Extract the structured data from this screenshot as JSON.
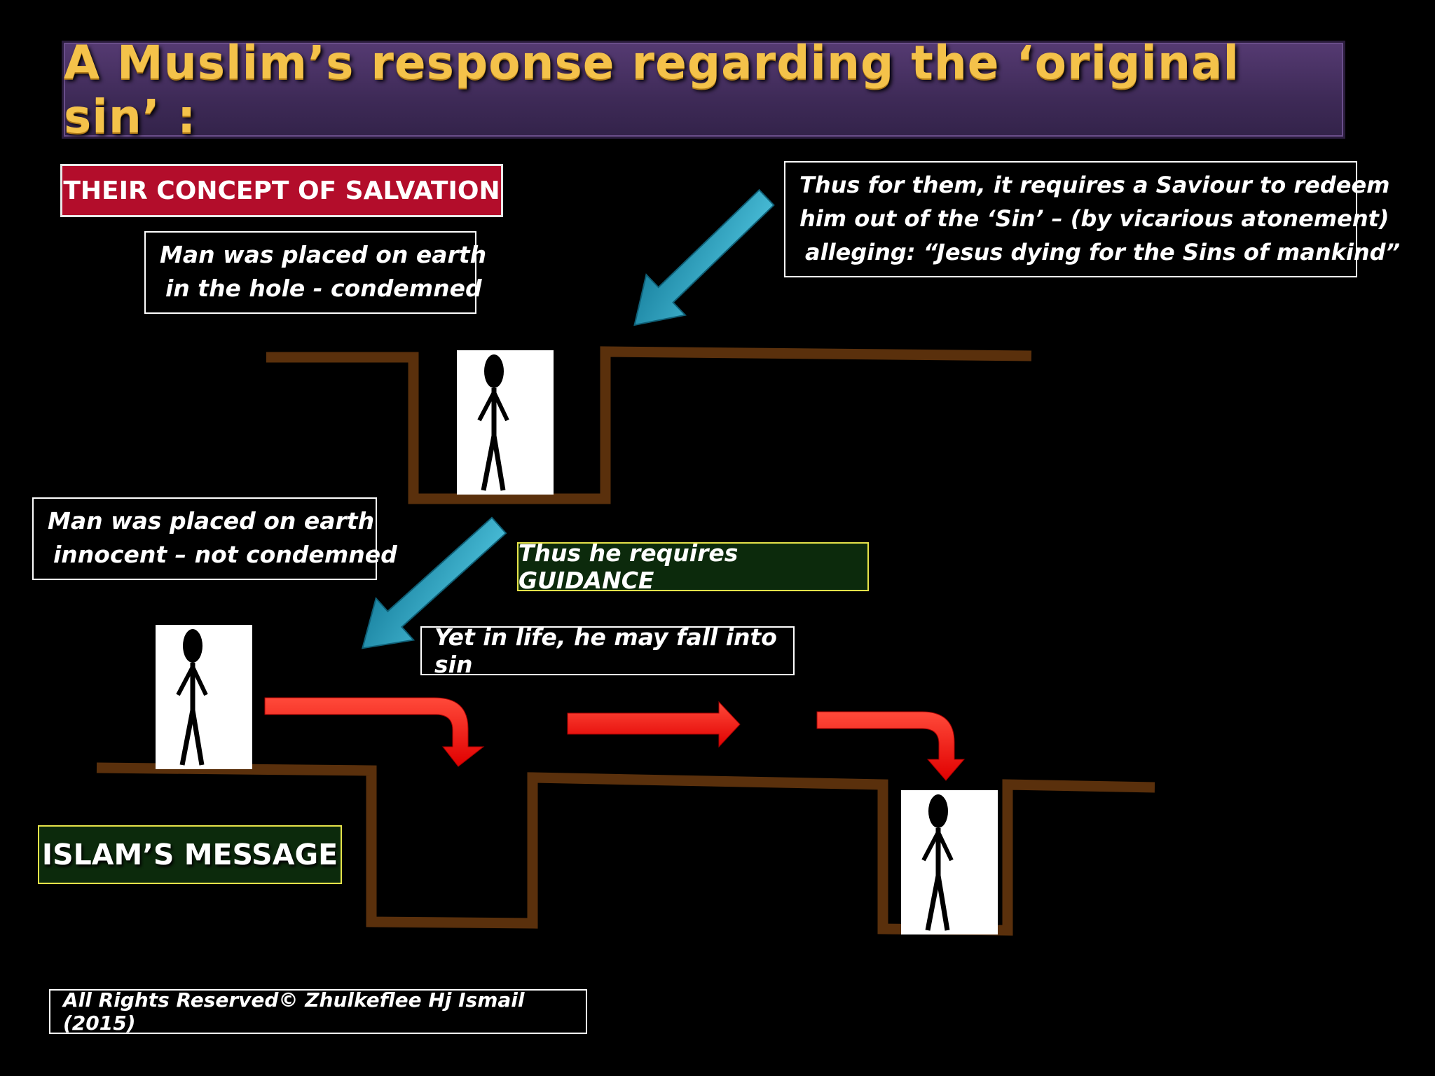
{
  "title": "A Muslim’s  response regarding the ‘original sin’ :",
  "concept_label": "THEIR CONCEPT OF SALVATION",
  "condemned_box": {
    "line1": "Man was placed on earth",
    "line2": "in the hole - condemned"
  },
  "saviour_box": {
    "line1": "Thus for them, it requires a Saviour to redeem",
    "line2": "him out of the ‘Sin’ – (by vicarious atonement)",
    "line3": "alleging: “Jesus dying for the Sins of mankind”"
  },
  "innocent_box": {
    "line1": "Man was placed on earth",
    "line2": "innocent – not condemned"
  },
  "guidance_label": "Thus he requires GUIDANCE",
  "fall_box": "Yet in life, he may fall into sin",
  "islam_label": "ISLAM’S MESSAGE",
  "copyright": "All Rights Reserved© Zhulkeflee Hj Ismail (2015)",
  "colors": {
    "banner": "#3e2a57",
    "title_text": "#f4c24a",
    "concept_bg": "#b30d2b",
    "green_bg": "#0c2a0c",
    "green_border": "#e6e34a",
    "ground": "#5a300c",
    "blue_arrow": "#2aa3c4",
    "red_arrow": "#ff1010"
  },
  "icons": [
    "stick-figure-icon",
    "blue-down-left-arrow-icon",
    "red-curved-arrow-icon",
    "red-right-arrow-icon"
  ]
}
